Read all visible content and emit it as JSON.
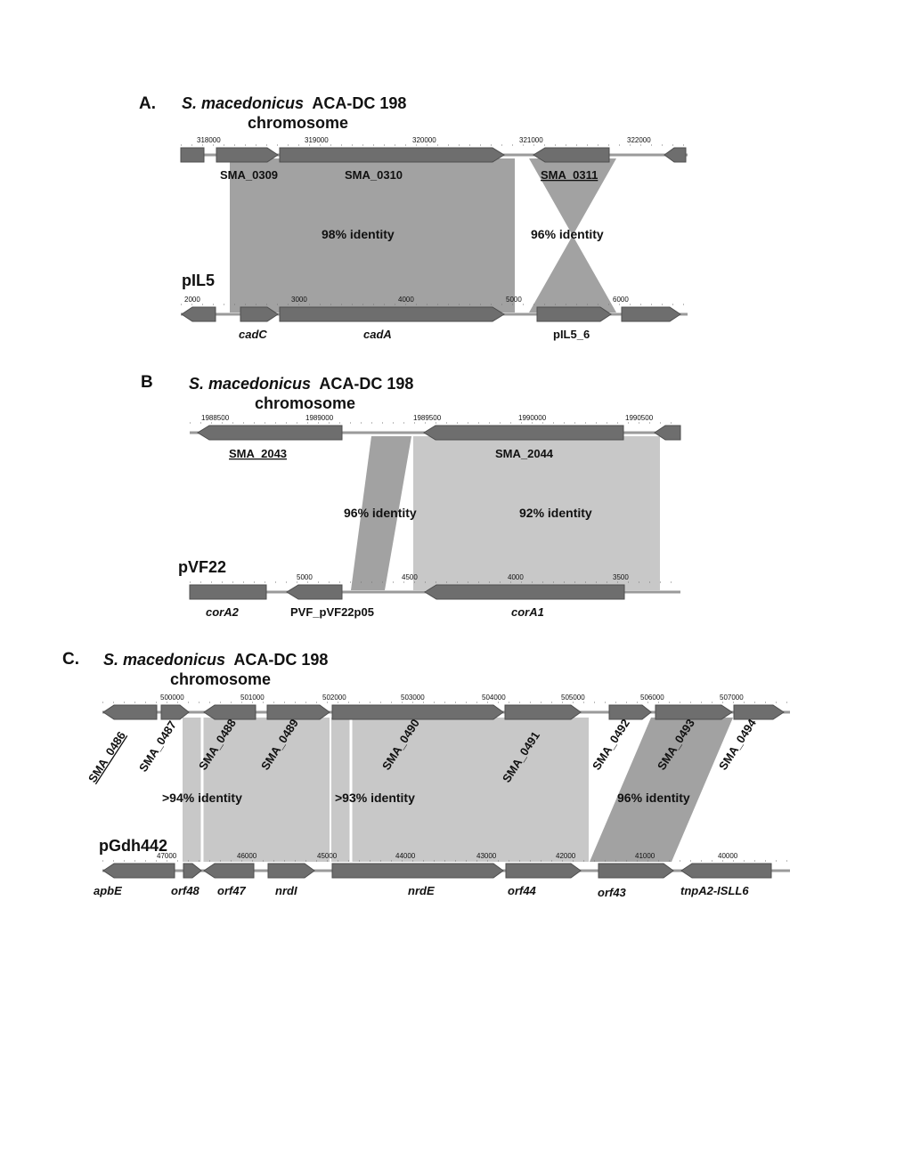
{
  "colors": {
    "arrow": "#6e6e6e",
    "arrow_stroke": "#4d4d4d",
    "backbone": "#9a9a9a",
    "link_dark": "#a2a2a2",
    "link_light": "#c8c8c8",
    "text": "#111111"
  },
  "panels": [
    {
      "letter": "A.",
      "organism_italic": "S. macedonicus",
      "organism_rest": "ACA-DC 198",
      "organism_sub": "chromosome",
      "target_name": "pIL5",
      "top_ticks": [
        "318000",
        "319000",
        "320000",
        "321000",
        "322000"
      ],
      "bottom_ticks": [
        "2000",
        "3000",
        "4000",
        "5000",
        "6000"
      ],
      "top_genes": [
        "SMA_0309",
        "SMA_0310",
        "SMA_0311"
      ],
      "bottom_genes": [
        "cadC",
        "cadA",
        "pIL5_6"
      ],
      "identities": [
        "98% identity",
        "96% identity"
      ]
    },
    {
      "letter": "B",
      "organism_italic": "S. macedonicus",
      "organism_rest": "ACA-DC 198",
      "organism_sub": "chromosome",
      "target_name": "pVF22",
      "top_ticks": [
        "1988500",
        "1989000",
        "1989500",
        "1990000",
        "1990500"
      ],
      "bottom_ticks": [
        "5000",
        "4500",
        "4000",
        "3500"
      ],
      "top_genes": [
        "SMA_2043",
        "SMA_2044"
      ],
      "bottom_genes": [
        "corA2",
        "PVF_pVF22p05",
        "corA1"
      ],
      "identities": [
        "96% identity",
        "92% identity"
      ]
    },
    {
      "letter": "C.",
      "organism_italic": "S. macedonicus",
      "organism_rest": "ACA-DC 198",
      "organism_sub": "chromosome",
      "target_name": "pGdh442",
      "top_ticks": [
        "500000",
        "501000",
        "502000",
        "503000",
        "504000",
        "505000",
        "506000",
        "507000"
      ],
      "bottom_ticks": [
        "47000",
        "46000",
        "45000",
        "44000",
        "43000",
        "42000",
        "41000",
        "40000"
      ],
      "top_genes": [
        "SMA_0486",
        "SMA_0487",
        "SMA_0488",
        "SMA_0489",
        "SMA_0490",
        "SMA_0491",
        "SMA_0492",
        "SMA_0493",
        "SMA_0494"
      ],
      "bottom_genes": [
        "apbE",
        "orf48",
        "orf47",
        "nrdI",
        "nrdE",
        "orf44",
        "orf43",
        "tnpA2-ISLL6"
      ],
      "identities": [
        ">94% identity",
        ">93% identity",
        "96% identity"
      ]
    }
  ]
}
